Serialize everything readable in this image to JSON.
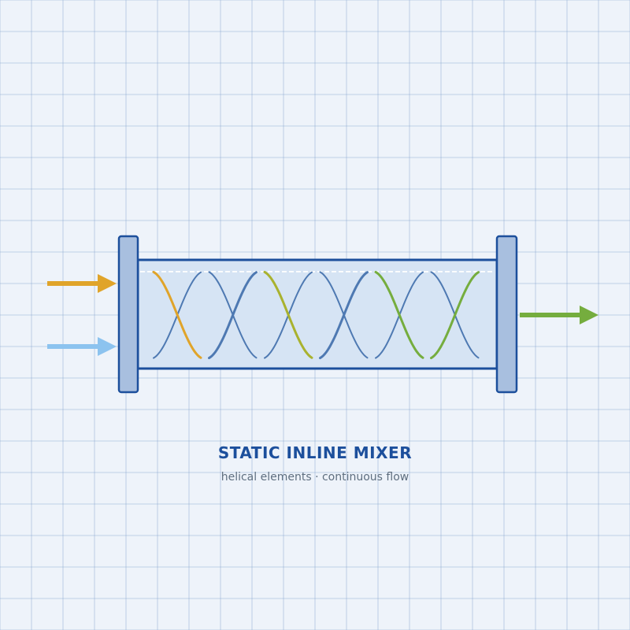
{
  "diagram": {
    "title": "STATIC INLINE MIXER",
    "subtitle": "helical elements · continuous flow",
    "inlets": [
      {
        "name": "inlet-a",
        "color": "#e0a42a"
      },
      {
        "name": "inlet-b",
        "color": "#8cc3ef"
      }
    ],
    "outlet": {
      "name": "outlet",
      "color": "#75ad3e"
    },
    "mixing_elements": [
      {
        "color": "#e0a42a"
      },
      {
        "color": "#c5ac2a"
      },
      {
        "color": "#a9b22f"
      },
      {
        "color": "#90ae38"
      },
      {
        "color": "#75ad3e"
      }
    ],
    "colors": {
      "background": "#eef3fa",
      "grid": "#7d9fca",
      "pipe_fill": "#d6e4f4",
      "pipe_outline": "#1c4f9c",
      "flange_fill": "#a8bfdf",
      "helix_back": "#4e79b2",
      "title": "#1c4f9c",
      "subtitle": "#5e6e7f"
    }
  }
}
